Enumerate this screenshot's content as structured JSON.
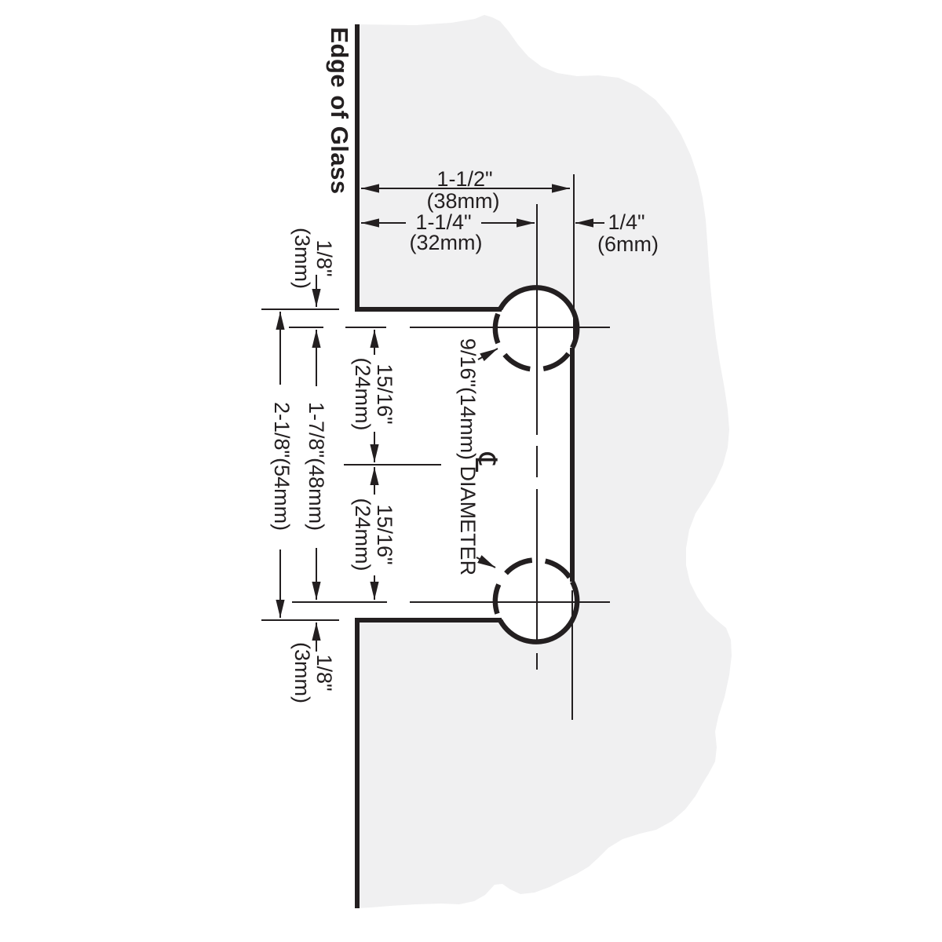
{
  "diagram": {
    "edge_label": "Edge of Glass",
    "centerline_symbol": "℄",
    "dims": {
      "width_overall": {
        "value": "1-1/2\"",
        "metric": "(38mm)"
      },
      "width_to_center": {
        "value": "1-1/4\"",
        "metric": "(32mm)"
      },
      "center_to_edge": {
        "value": "1/4\"",
        "metric": "(6mm)"
      },
      "top_inset": {
        "value": "1/8\"",
        "metric": "(3mm)"
      },
      "bottom_inset": {
        "value": "1/8\"",
        "metric": "(3mm)"
      },
      "overall_height": {
        "value": "2-1/8\"(54mm)"
      },
      "hole_spacing": {
        "value": "1-7/8\"(48mm)"
      },
      "upper_half": {
        "value": "15/16\"",
        "metric": "(24mm)"
      },
      "lower_half": {
        "value": "15/16\"",
        "metric": "(24mm)"
      },
      "hole_diameter": {
        "value": "9/16\"(14mm) DIAMETER"
      }
    },
    "colors": {
      "line": "#231f20",
      "glass_fill": "#f0f0f1",
      "background": "#ffffff"
    }
  }
}
